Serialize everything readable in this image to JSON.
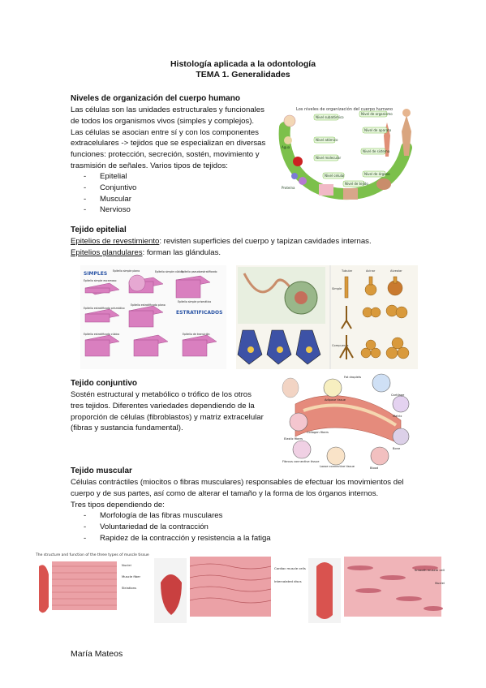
{
  "document": {
    "title": "Histología aplicada a la odontología",
    "subtitle": "TEMA 1. Generalidades",
    "footer_author": "María Mateos"
  },
  "section_levels": {
    "heading": "Niveles de organización del cuerpo humano",
    "lines": [
      "Las células son las unidades estructurales y funcionales",
      "de todos los organismos vivos (simples y complejos).",
      "Las células se asocian entre sí y con los componentes",
      "extracelulares -> tejidos que se especializan en diversas",
      "funciones: protección, secreción, sostén, movimiento y",
      "trasmisión de señales. Varios tipos de tejidos:"
    ],
    "tissue_types": [
      "Epitelial",
      "Conjuntivo",
      "Muscular",
      "Nervioso"
    ],
    "figure": {
      "header": "Los niveles de organización del cuerpo humano",
      "labels": [
        "Nivel subatómico",
        "Nivel atómico",
        "Nivel molecular",
        "Nivel celular",
        "Nivel de tejido",
        "Nivel de órgano",
        "Nivel de sistema",
        "Nivel de aparato",
        "Nivel de organismo",
        "Agua",
        "Proteína"
      ]
    }
  },
  "section_epithelial": {
    "heading": "Tejido epitelial",
    "line1_term": "Epitelios de revestimiento",
    "line1_rest": ": revisten superficies del cuerpo y tapizan cavidades internas.",
    "line2_term": "Epitelios glandulares",
    "line2_rest": ": forman las glándulas.",
    "figure_left": {
      "tag_simple": "SIMPLES",
      "tag_strat": "ESTRATIFICADOS",
      "labels": [
        "Epitelio simple plano",
        "Epitelio simple cúbico",
        "Epitelio pseudoestratificado",
        "Epitelio simple escamoso",
        "Epitelio simple prismático",
        "Epitelio estratificado plano",
        "Epitelio estratificado prismático",
        "Epitelio estratificado cúbico",
        "Epitelio de transición"
      ]
    },
    "figure_right": {
      "labels": [
        "Tubular",
        "Acinar",
        "Alveolar",
        "Simple",
        "Compuesta"
      ]
    }
  },
  "section_connective": {
    "heading": "Tejido conjuntivo",
    "lines": [
      "Sostén estructural y metabólico o trófico de los otros",
      "tres tejidos. Diferentes variedades dependiendo de la",
      "proporción de células (fibroblastos) y matriz extracelular",
      "(fibras y sustancia fundamental)."
    ],
    "figure": {
      "labels": [
        "Fat droplets",
        "Adipose tissue",
        "Cartilage",
        "Matrix",
        "Bone",
        "Blood",
        "Collagen fibers",
        "Elastic fibers",
        "Loose connective tissue",
        "Fibrous connective tissue"
      ]
    }
  },
  "section_muscle": {
    "heading": "Tejido muscular",
    "lines": [
      "Células contráctiles (miocitos o fibras musculares) responsables de efectuar los movimientos del",
      "cuerpo y de sus partes, así como de alterar el tamaño y la forma de los órganos internos.",
      "Tres tipos dependiendo de:"
    ],
    "criteria": [
      "Morfología de las fibras musculares",
      "Voluntariedad de la contracción",
      "Rapidez de la contracción y resistencia a la fatiga"
    ],
    "figure": {
      "header": "The structure and function of the three types of muscle tissue",
      "labels": [
        "Nuclei",
        "Muscle fiber",
        "Striations",
        "Cardiac muscle cells",
        "Intercalated discs",
        "Smooth muscle cell",
        "Nuclei"
      ]
    }
  },
  "colors": {
    "accent_green": "#7cc04b",
    "epithelium_pink": "#d97fbf",
    "muscle_red": "#d9534f",
    "muscle_pink": "#eba1a6"
  }
}
